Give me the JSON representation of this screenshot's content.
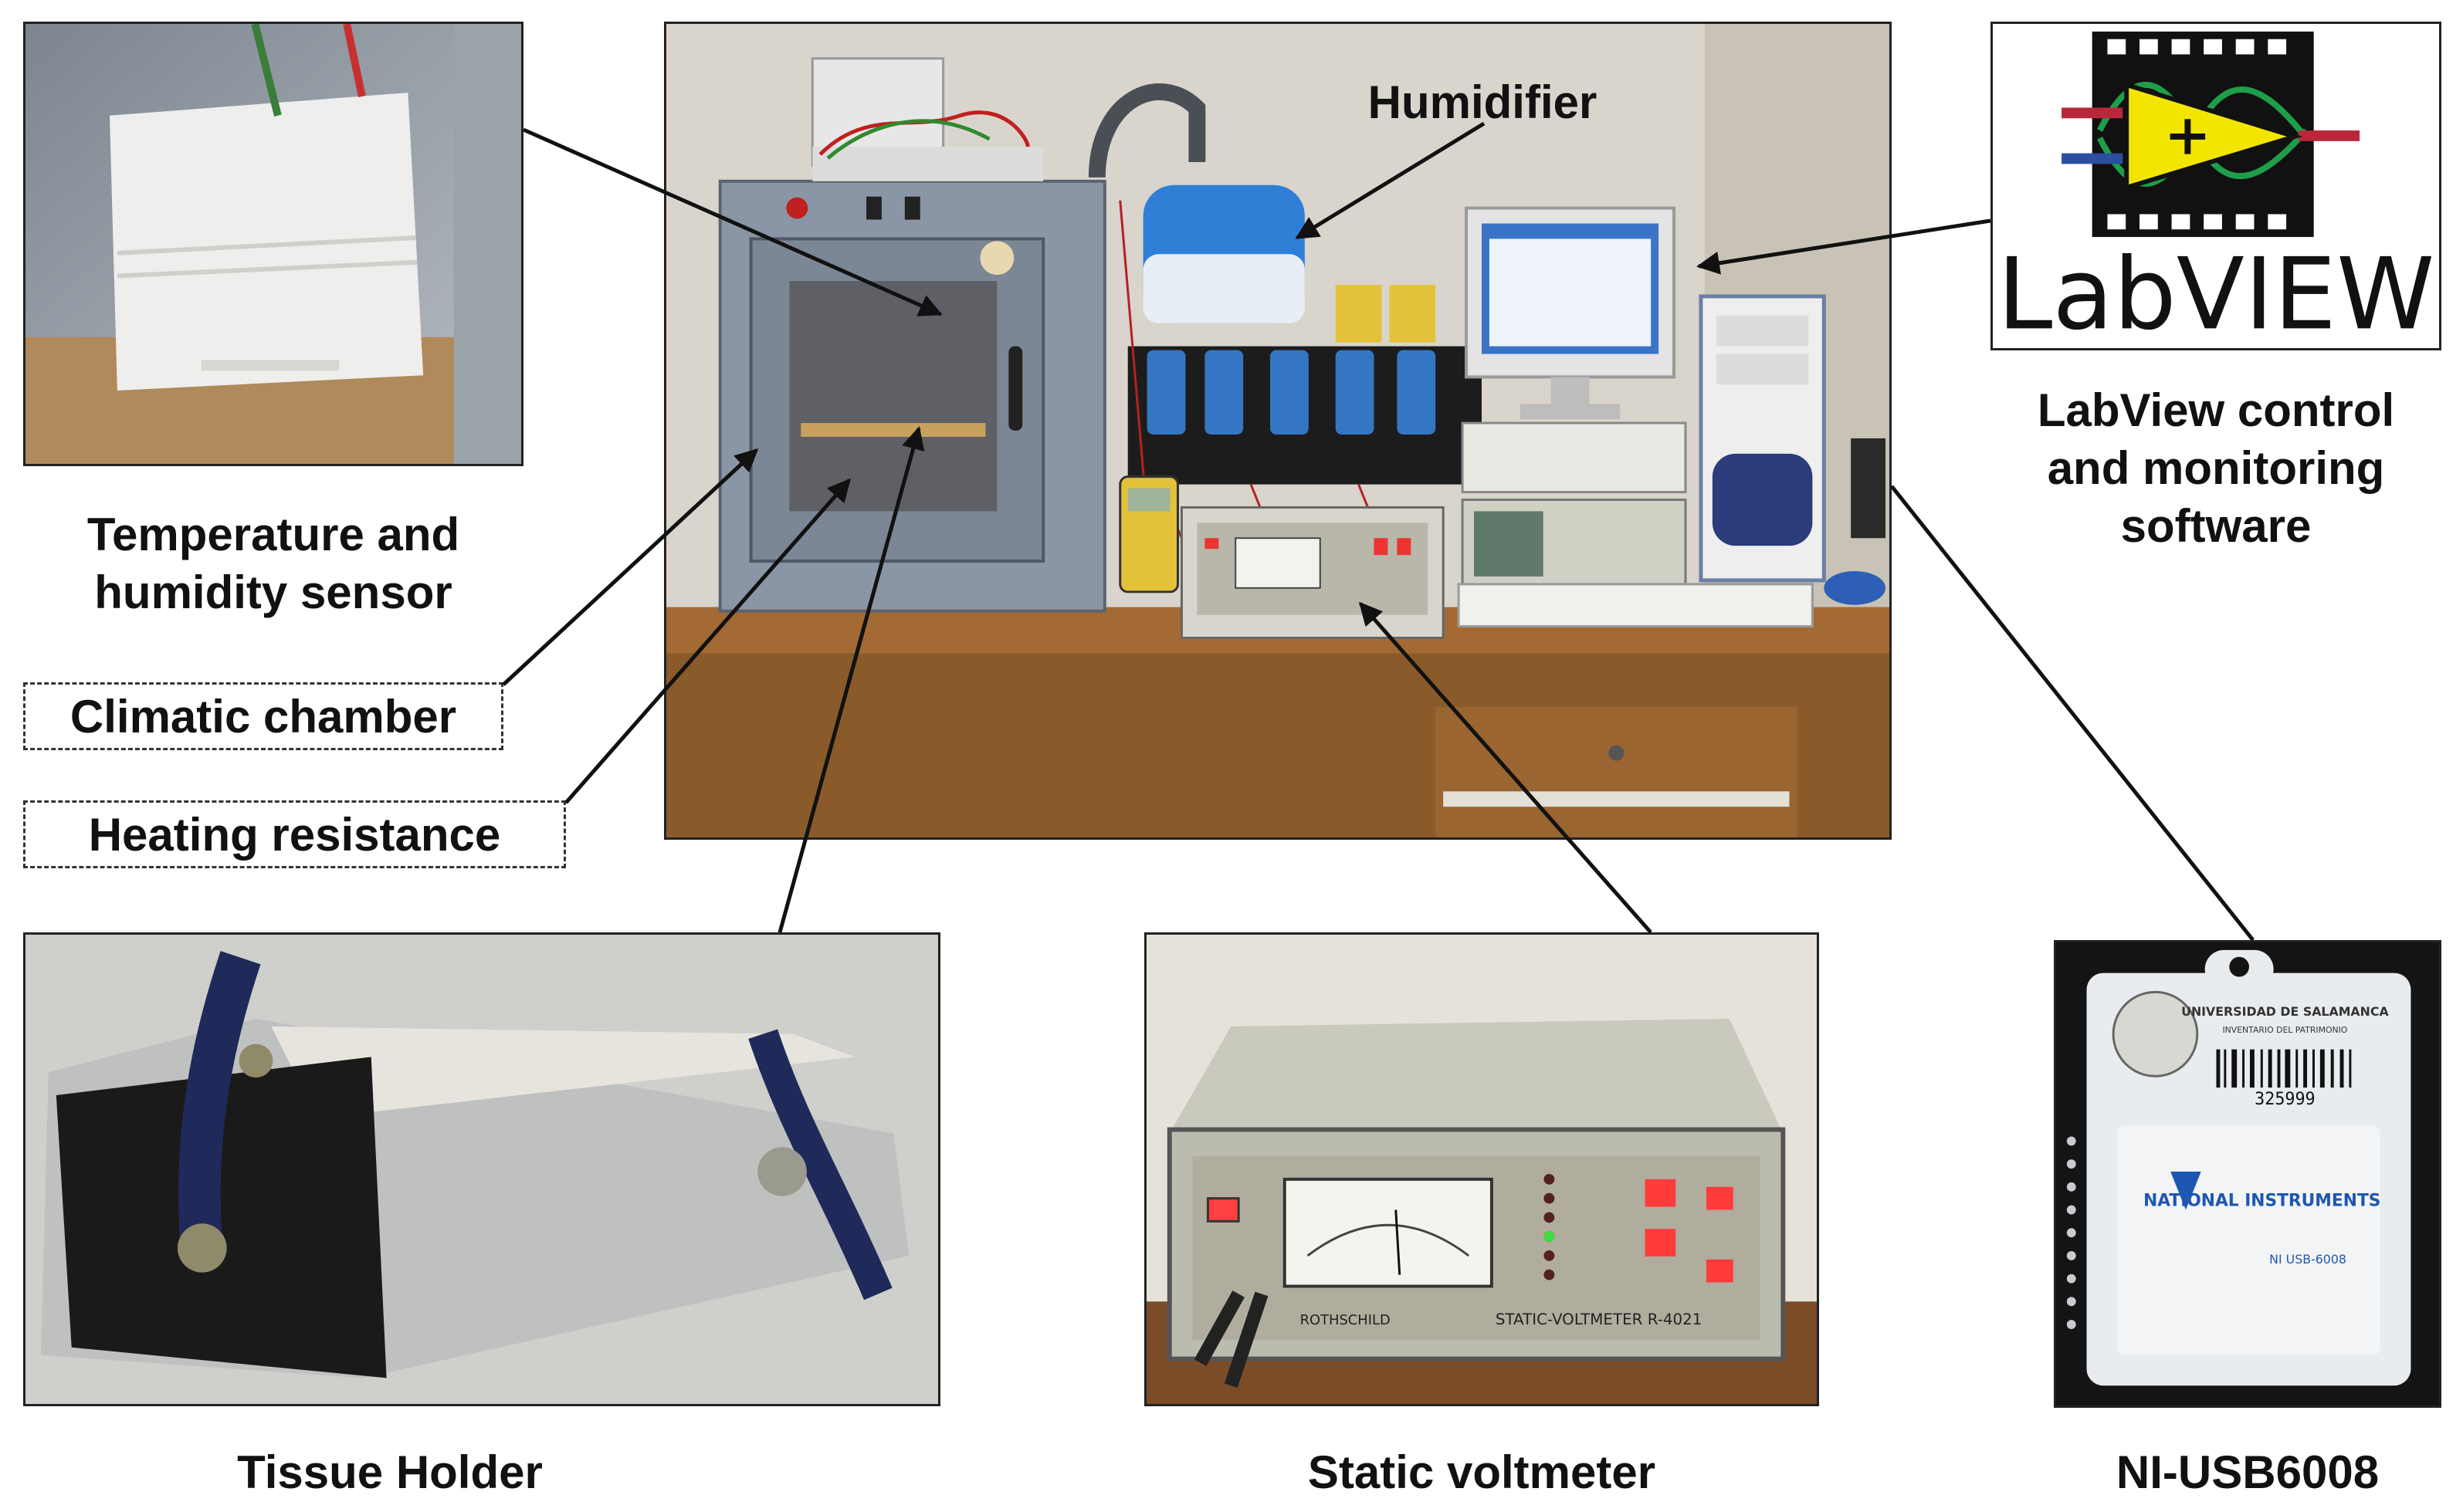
{
  "labels": {
    "humidifier": "Humidifier",
    "sensor": "Temperature and\nhumidity sensor",
    "climatic_chamber": "Climatic chamber",
    "heating_resistance": "Heating resistance",
    "labview_caption": "LabView control\nand monitoring\nsoftware",
    "tissue_holder": "Tissue Holder",
    "static_voltmeter": "Static voltmeter",
    "ni_usb": "NI-USB6008"
  },
  "logo": {
    "labview_text": "LabVIEW"
  },
  "device_text": {
    "voltmeter_plate": "STATIC-VOLTMETER R-4021",
    "brand": "ROTHSCHILD",
    "ni_brand": "NATIONAL INSTRUMENTS",
    "ni_model": "NI USB-6008",
    "university": "UNIVERSIDAD DE SALAMANCA",
    "inventory": "INVENTARIO DEL PATRIMONIO",
    "barcode_number": "325999"
  },
  "colors": {
    "labview_yellow": "#f2e600",
    "labview_green": "#1f9e4a",
    "wood": "#8a5a2b",
    "chamber_grey": "#8a96a5",
    "wall": "#d9d4cc"
  }
}
